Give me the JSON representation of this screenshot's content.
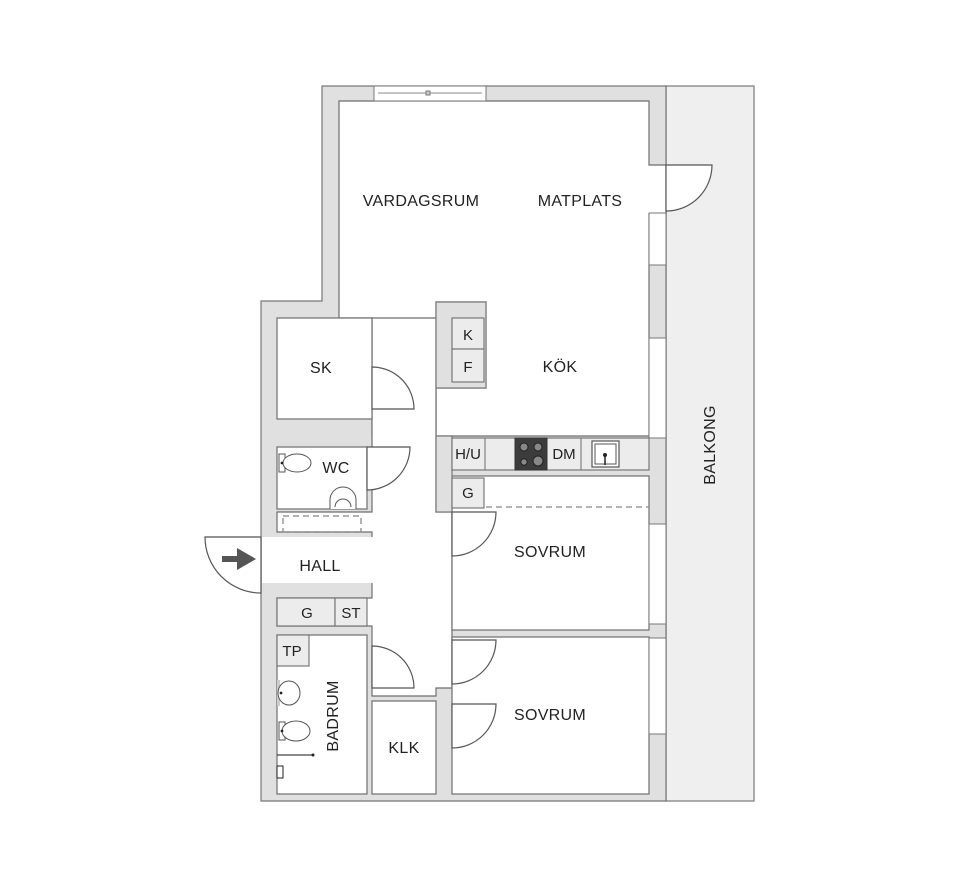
{
  "floorplan": {
    "rooms": {
      "vardagsrum": "VARDAGSRUM",
      "matplats": "MATPLATS",
      "kok": "KÖK",
      "sk": "SK",
      "wc": "WC",
      "hall": "HALL",
      "sovrum_1": "SOVRUM",
      "sovrum_2": "SOVRUM",
      "badrum": "BADRUM",
      "klk": "KLK",
      "balkong": "BALKONG"
    },
    "fixtures": {
      "kyl": "K",
      "frys": "F",
      "hu": "H/U",
      "dm": "DM",
      "g_kitchen": "G",
      "g_hall": "G",
      "st": "ST",
      "tp": "TP"
    },
    "colors": {
      "wall_fill": "#e0e0e0",
      "wall_stroke": "#777777",
      "balcony_fill": "#efefef",
      "stove_fill": "#3c3c3c",
      "text": "#222222",
      "arrow": "#555555"
    },
    "icons": [
      "entrance-arrow-icon",
      "stove-icon",
      "sink-icon",
      "toilet-icon",
      "washbasin-icon",
      "shower-icon"
    ]
  }
}
